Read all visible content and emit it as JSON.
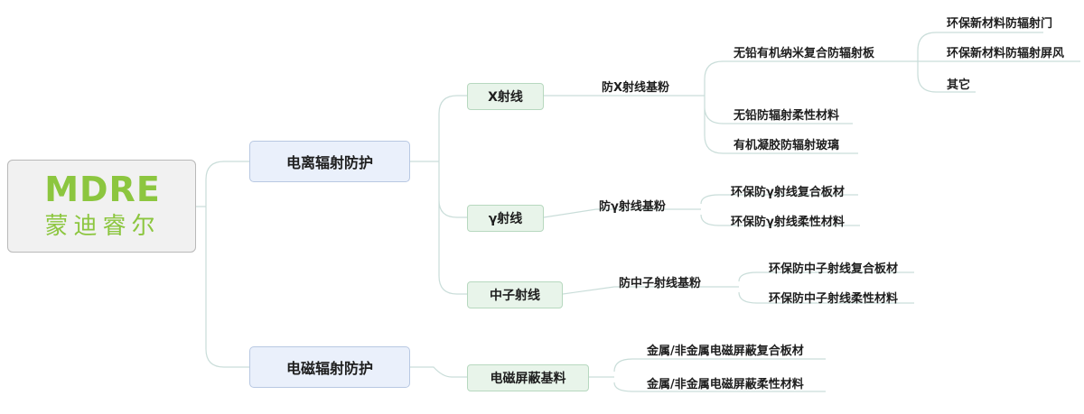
{
  "root": {
    "logo_text": "MDRE",
    "logo_cn": "蒙迪睿尔",
    "logo_color": "#8cc63f"
  },
  "colors": {
    "edge": "#c9ddd9",
    "level1_fill": "#eaf0fb",
    "level1_border": "#b8c8e2",
    "level2_fill": "#e8f4ea",
    "level2_border": "#b7d8bf"
  },
  "branches": [
    {
      "label": "电离辐射防护",
      "children": [
        {
          "label": "X射线",
          "children": [
            {
              "label": "防X射线基粉",
              "children": [
                {
                  "label": "无铅有机纳米复合防辐射板",
                  "children": [
                    {
                      "label": "环保新材料防辐射门"
                    },
                    {
                      "label": "环保新材料防辐射屏风"
                    },
                    {
                      "label": "其它"
                    }
                  ]
                },
                {
                  "label": "无铅防辐射柔性材料"
                },
                {
                  "label": "有机凝胶防辐射玻璃"
                }
              ]
            }
          ]
        },
        {
          "label": "γ射线",
          "children": [
            {
              "label": "防γ射线基粉",
              "children": [
                {
                  "label": "环保防γ射线复合板材"
                },
                {
                  "label": "环保防γ射线柔性材料"
                }
              ]
            }
          ]
        },
        {
          "label": "中子射线",
          "children": [
            {
              "label": "防中子射线基粉",
              "children": [
                {
                  "label": "环保防中子射线复合板材"
                },
                {
                  "label": "环保防中子射线柔性材料"
                }
              ]
            }
          ]
        }
      ]
    },
    {
      "label": "电磁辐射防护",
      "children": [
        {
          "label": "电磁屏蔽基料",
          "children": [
            {
              "label": "金属/非金属电磁屏蔽复合板材"
            },
            {
              "label": "金属/非金属电磁屏蔽柔性材料"
            }
          ]
        }
      ]
    }
  ]
}
